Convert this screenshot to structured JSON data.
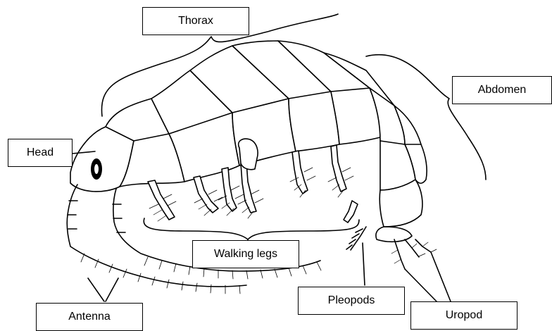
{
  "labels": {
    "thorax": "Thorax",
    "abdomen": "Abdomen",
    "head": "Head",
    "walking_legs": "Walking legs",
    "pleopods": "Pleopods",
    "antenna": "Antenna",
    "uropod": "Uropod"
  },
  "colors": {
    "line": "#000000",
    "fill": "#ffffff",
    "eye": "#000000"
  }
}
